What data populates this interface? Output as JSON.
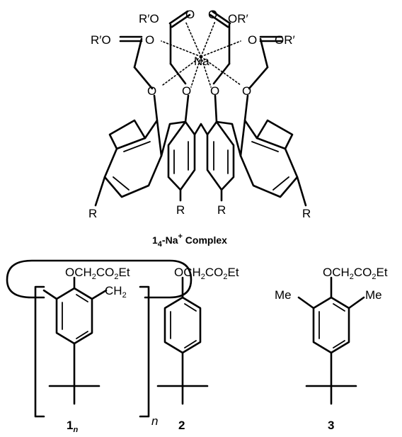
{
  "complex": {
    "ester_group": "R′O",
    "ester_group_right": "OR′",
    "carbonyl_o": "O",
    "ether_o": "O",
    "metal": "Na",
    "para_substituent": "R",
    "caption_main": "1",
    "caption_sub": "4",
    "caption_rest": "-Na",
    "caption_sup": "+",
    "caption_tail": " Complex"
  },
  "compounds": [
    {
      "label_main": "1",
      "label_sub": "n",
      "substituent_a": "OCH",
      "substituent_b": "2",
      "substituent_c": "CO",
      "substituent_d": "2",
      "substituent_e": "Et",
      "bridge_a": "CH",
      "bridge_b": "2",
      "repeat": "n"
    },
    {
      "label_main": "2",
      "substituent_a": "OCH",
      "substituent_b": "2",
      "substituent_c": "CO",
      "substituent_d": "2",
      "substituent_e": "Et"
    },
    {
      "label_main": "3",
      "substituent_a": "OCH",
      "substituent_b": "2",
      "substituent_c": "CO",
      "substituent_d": "2",
      "substituent_e": "Et",
      "methyl": "Me"
    }
  ]
}
